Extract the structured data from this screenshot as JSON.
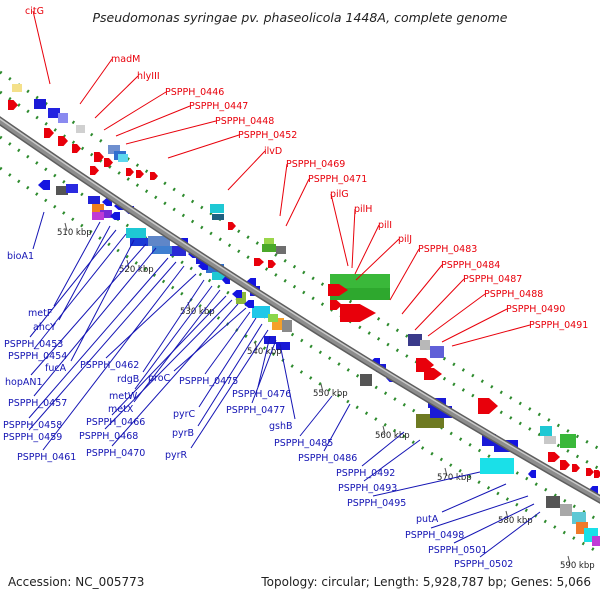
{
  "title": "Pseudomonas syringae pv. phaseolicola 1448A, complete genome",
  "footer": {
    "accession": "Accession: NC_005773",
    "summary": "Topology: circular; Length: 5,928,787 bp; Genes: 5,066"
  },
  "colors": {
    "backbone": "#8c8c8c",
    "forward_label": "#e8000b",
    "reverse_label": "#1414b4",
    "tick_dots": "#2e8b2e"
  },
  "scale_ticks": [
    "510 kbp",
    "520 kbp",
    "530 kbp",
    "540 kbp",
    "550 kbp",
    "560 kbp",
    "570 kbp",
    "580 kbp",
    "590 kbp"
  ],
  "forward_gene_labels": [
    "citG",
    "madM",
    "hlyIII",
    "PSPPH_0446",
    "PSPPH_0447",
    "PSPPH_0448",
    "PSPPH_0452",
    "ilvD",
    "PSPPH_0469",
    "PSPPH_0471",
    "pilG",
    "pilH",
    "pilI",
    "pilJ",
    "PSPPH_0483",
    "PSPPH_0484",
    "PSPPH_0487",
    "PSPPH_0488",
    "PSPPH_0490",
    "PSPPH_0491"
  ],
  "reverse_gene_labels": [
    "bioA1",
    "metF",
    "ahcY",
    "PSPPH_0453",
    "PSPPH_0454",
    "fucA",
    "hopAN1",
    "PSPPH_0457",
    "PSPPH_0458",
    "PSPPH_0459",
    "PSPPH_0461",
    "PSPPH_0462",
    "rdgB",
    "metW",
    "metX",
    "PSPPH_0466",
    "PSPPH_0468",
    "PSPPH_0470",
    "proC",
    "PSPPH_0475",
    "pyrC",
    "pyrB",
    "pyrR",
    "PSPPH_0476",
    "PSPPH_0477",
    "gshB",
    "PSPPH_0485",
    "PSPPH_0486",
    "PSPPH_0492",
    "PSPPH_0493",
    "PSPPH_0495",
    "putA",
    "PSPPH_0498",
    "PSPPH_0501",
    "PSPPH_0502"
  ]
}
